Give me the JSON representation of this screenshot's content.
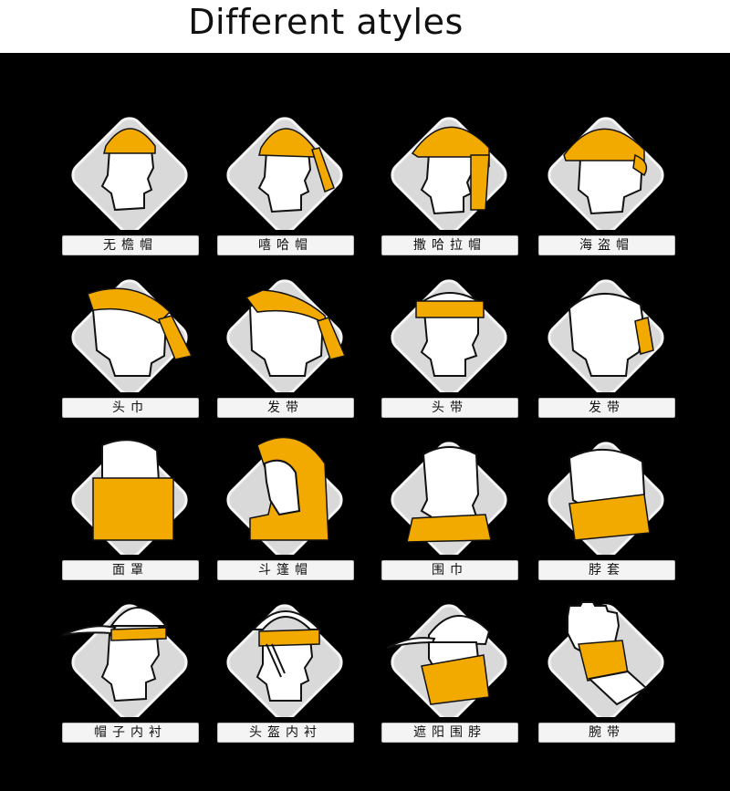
{
  "page": {
    "title": "Different atyles"
  },
  "colors": {
    "accent": "#f2a900",
    "tile": "#d9d9d9",
    "background": "#000000"
  },
  "styles": [
    {
      "label": "无檐帽",
      "icon": "beanie-style-icon"
    },
    {
      "label": "嘻哈帽",
      "icon": "hiphop-cap-style-icon"
    },
    {
      "label": "撒哈拉帽",
      "icon": "sahara-cap-style-icon"
    },
    {
      "label": "海盗帽",
      "icon": "pirate-cap-style-icon"
    },
    {
      "label": "头巾",
      "icon": "headscarf-style-icon"
    },
    {
      "label": "发带",
      "icon": "hairband-style-icon"
    },
    {
      "label": "头带",
      "icon": "headband-style-icon"
    },
    {
      "label": "发带",
      "icon": "hair-tie-style-icon"
    },
    {
      "label": "面罩",
      "icon": "face-mask-style-icon"
    },
    {
      "label": "斗篷帽",
      "icon": "hood-style-icon"
    },
    {
      "label": "围巾",
      "icon": "scarf-style-icon"
    },
    {
      "label": "脖套",
      "icon": "neck-gaiter-style-icon"
    },
    {
      "label": "帽子内衬",
      "icon": "hat-liner-style-icon"
    },
    {
      "label": "头盔内衬",
      "icon": "helmet-liner-style-icon"
    },
    {
      "label": "遮阳围脖",
      "icon": "sun-neck-shade-style-icon"
    },
    {
      "label": "腕带",
      "icon": "wristband-style-icon"
    }
  ]
}
